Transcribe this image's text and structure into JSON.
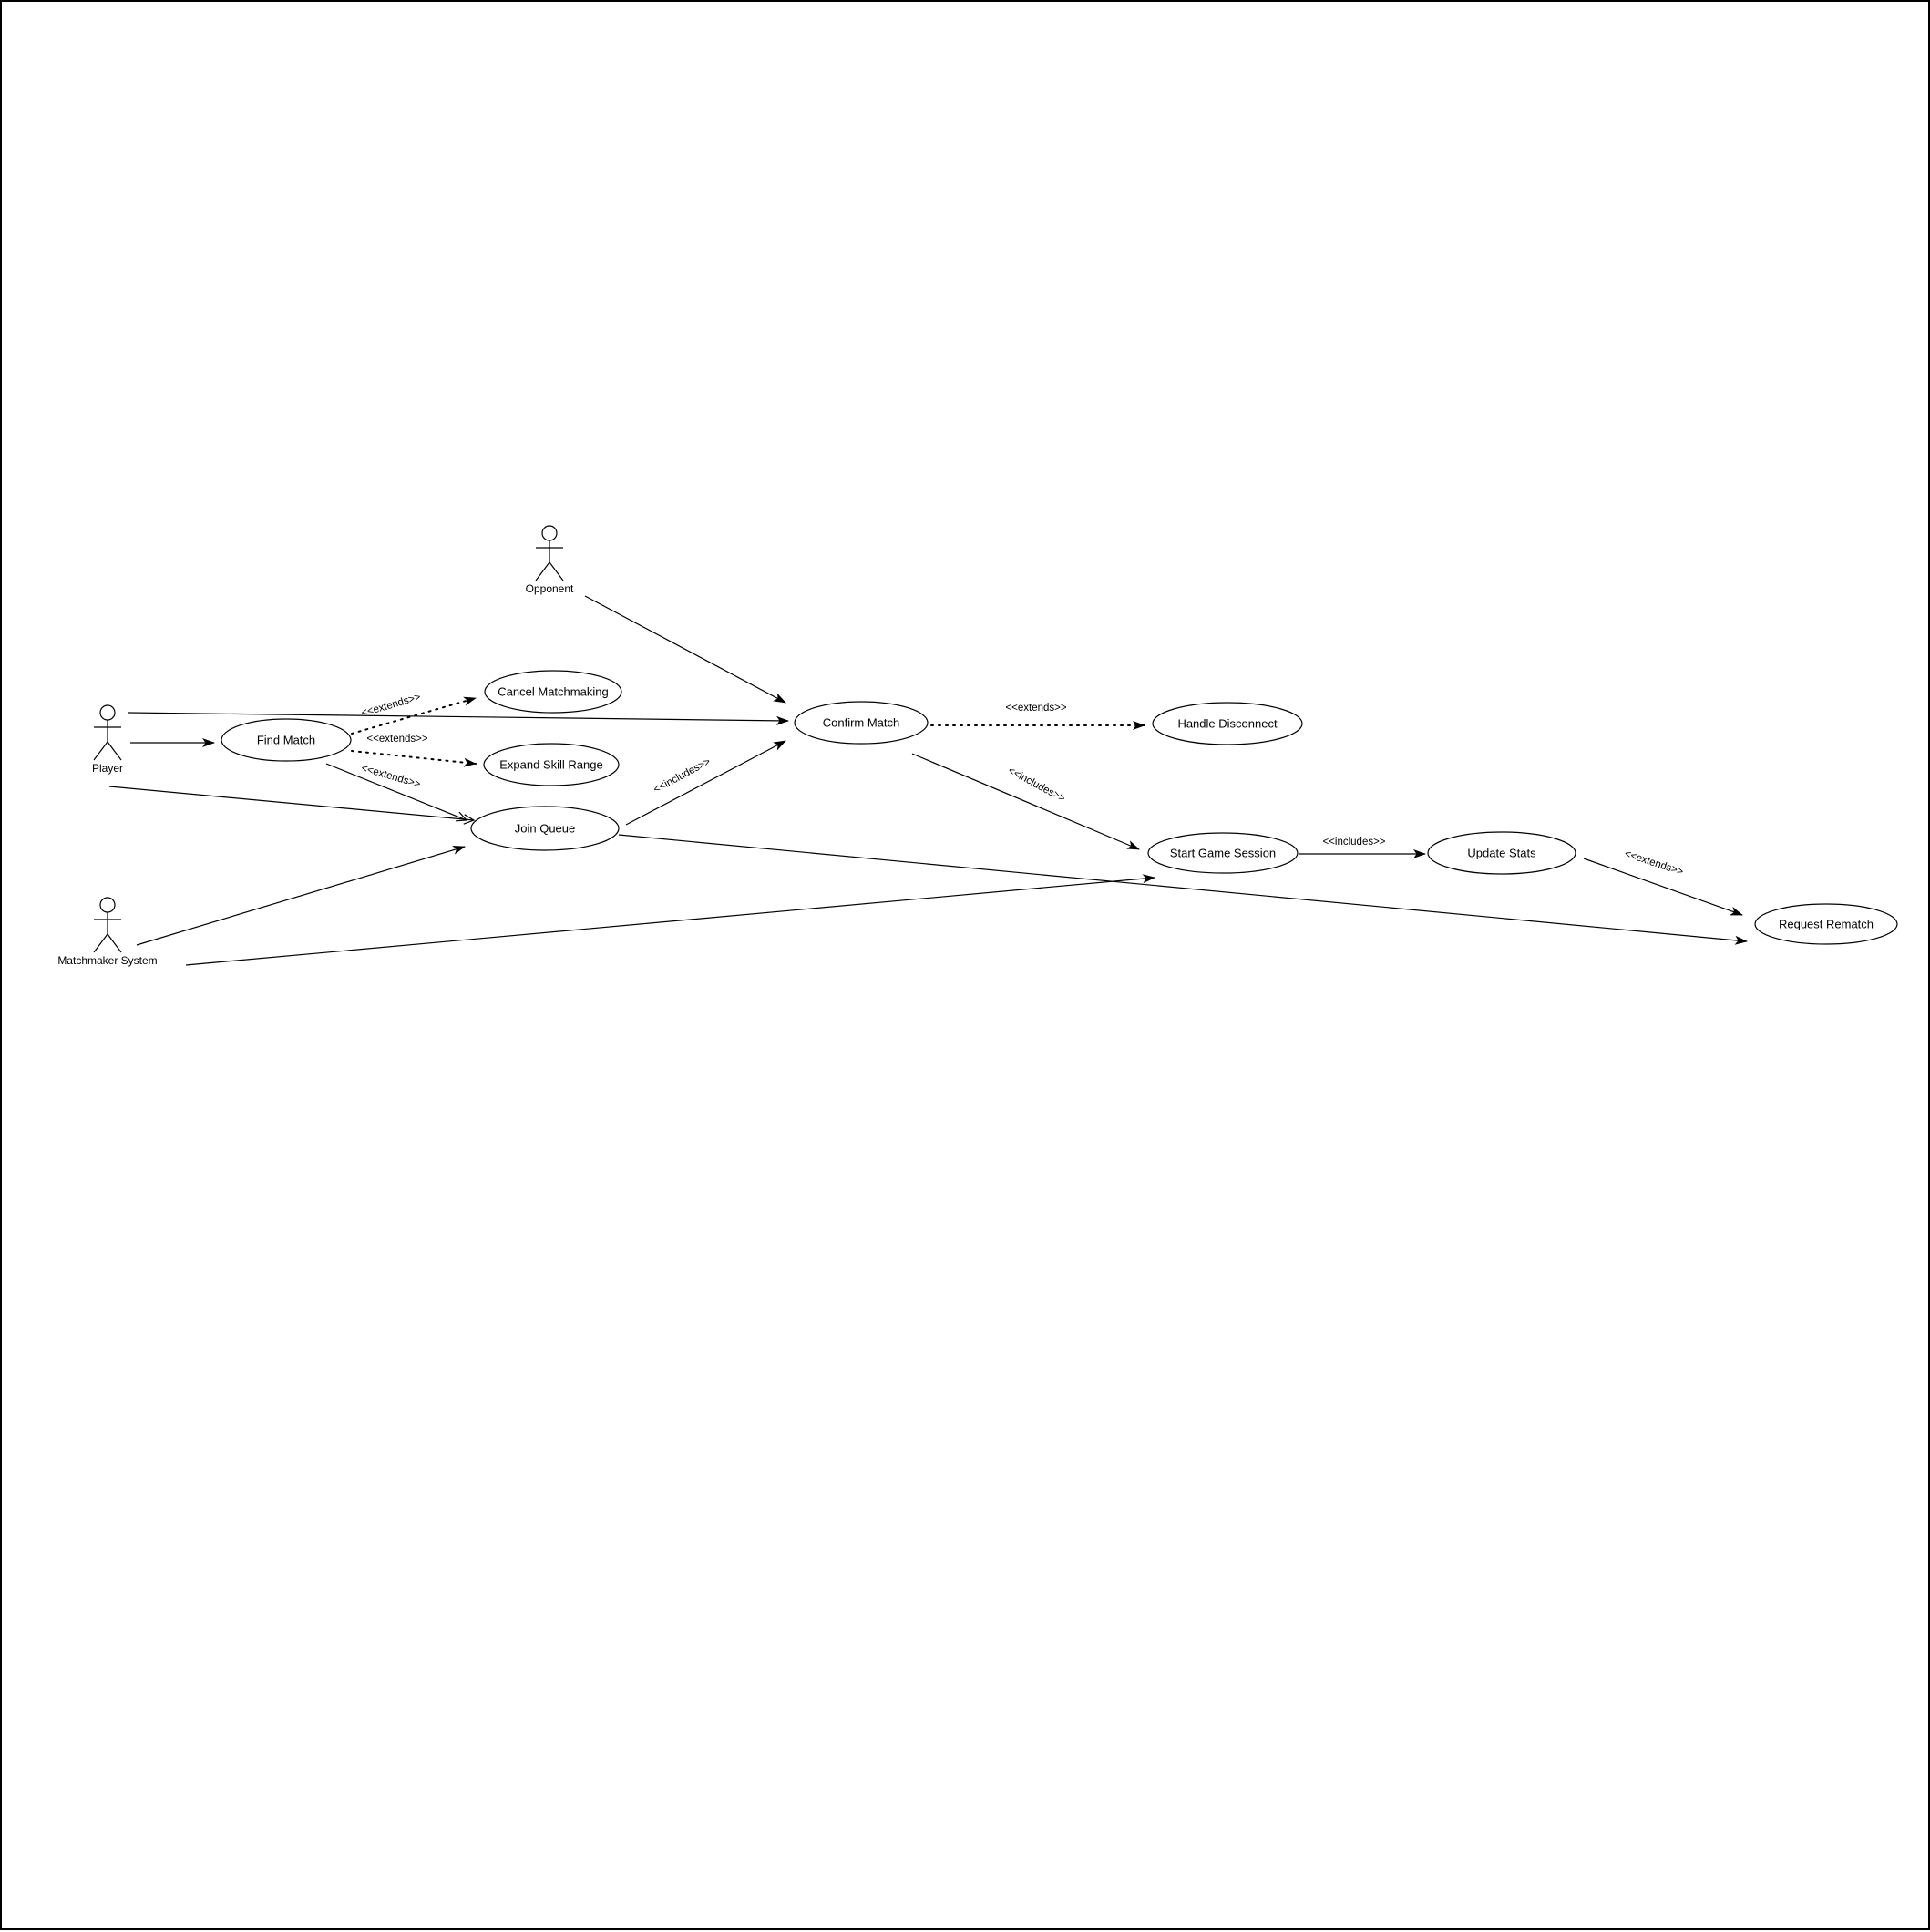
{
  "diagram": {
    "type": "use-case",
    "colors": {
      "line": "#000000",
      "background": "#ffffff"
    },
    "actors": [
      {
        "id": "player",
        "label": "Player"
      },
      {
        "id": "opponent",
        "label": "Opponent"
      },
      {
        "id": "matchmaker",
        "label": "Matchmaker System"
      }
    ],
    "use_cases": [
      {
        "id": "find_match",
        "label": "Find Match"
      },
      {
        "id": "cancel_matchmaking",
        "label": "Cancel Matchmaking"
      },
      {
        "id": "expand_skill_range",
        "label": "Expand Skill Range"
      },
      {
        "id": "join_queue",
        "label": "Join Queue"
      },
      {
        "id": "confirm_match",
        "label": "Confirm Match"
      },
      {
        "id": "handle_disconnect",
        "label": "Handle Disconnect"
      },
      {
        "id": "start_game_session",
        "label": "Start Game Session"
      },
      {
        "id": "update_stats",
        "label": "Update Stats"
      },
      {
        "id": "request_rematch",
        "label": "Request Rematch"
      }
    ],
    "relations": [
      {
        "id": "r1",
        "from": "player",
        "to": "find_match",
        "style": "solid",
        "label": ""
      },
      {
        "id": "r2",
        "from": "player",
        "to": "confirm_match",
        "style": "solid",
        "label": ""
      },
      {
        "id": "r3",
        "from": "player",
        "to": "join_queue",
        "style": "solid-open",
        "label": ""
      },
      {
        "id": "r4",
        "from": "find_match",
        "to": "cancel_matchmaking",
        "style": "dotted",
        "label": "<<extends>>"
      },
      {
        "id": "r5",
        "from": "find_match",
        "to": "expand_skill_range",
        "style": "dotted",
        "label": "<<extends>>"
      },
      {
        "id": "r6",
        "from": "find_match",
        "to": "join_queue",
        "style": "solid-open",
        "label": "<<extends>>"
      },
      {
        "id": "r7",
        "from": "join_queue",
        "to": "confirm_match",
        "style": "solid",
        "label": "<<includes>>"
      },
      {
        "id": "r8",
        "from": "opponent",
        "to": "confirm_match",
        "style": "solid",
        "label": ""
      },
      {
        "id": "r9",
        "from": "confirm_match",
        "to": "handle_disconnect",
        "style": "dotted",
        "label": "<<extends>>"
      },
      {
        "id": "r10",
        "from": "confirm_match",
        "to": "start_game_session",
        "style": "solid",
        "label": "<<includes>>"
      },
      {
        "id": "r11",
        "from": "start_game_session",
        "to": "update_stats",
        "style": "solid",
        "label": "<<includes>>"
      },
      {
        "id": "r12",
        "from": "update_stats",
        "to": "request_rematch",
        "style": "solid",
        "label": "<<extends>>"
      },
      {
        "id": "r13",
        "from": "join_queue",
        "to": "request_rematch",
        "style": "solid",
        "label": ""
      },
      {
        "id": "r14",
        "from": "matchmaker",
        "to": "join_queue",
        "style": "solid",
        "label": ""
      },
      {
        "id": "r15",
        "from": "matchmaker",
        "to": "start_game_session",
        "style": "solid",
        "label": ""
      }
    ]
  }
}
